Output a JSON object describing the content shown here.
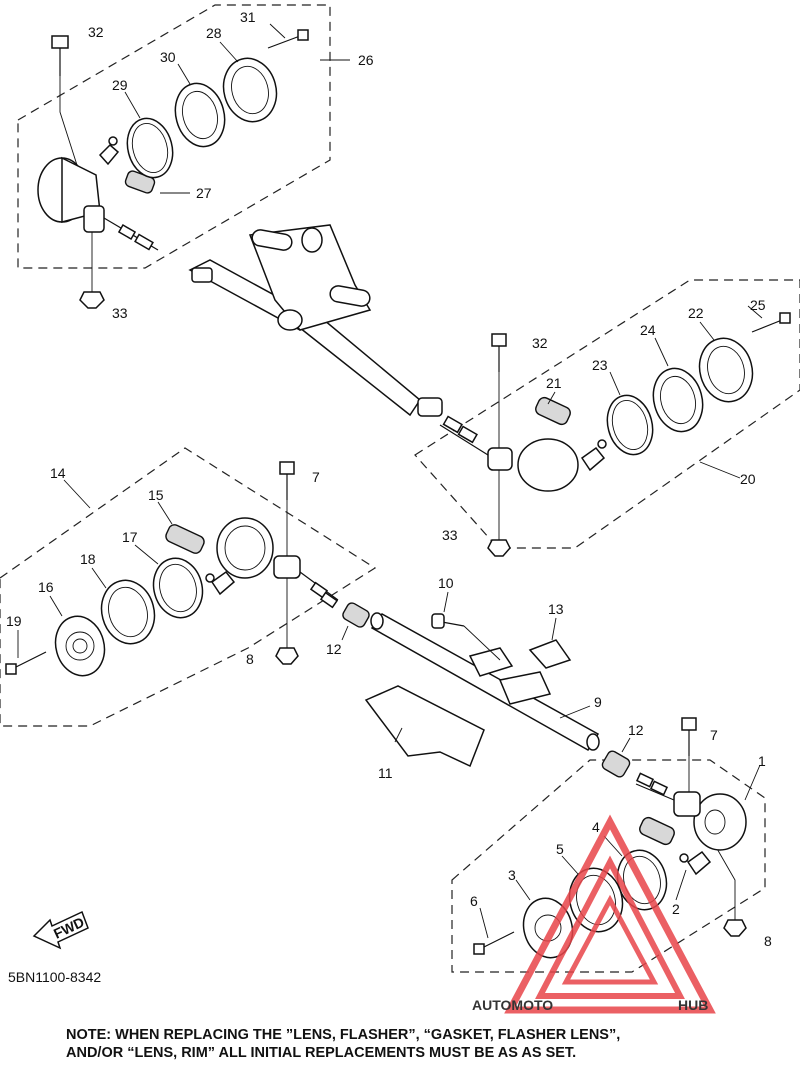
{
  "diagram": {
    "drawing_code": "5BN1100-8342",
    "fwd_label": "FWD",
    "watermark": {
      "brand_left": "AUTOMOTO",
      "brand_right": "HUB",
      "colors": {
        "auto": "#f4a98c",
        "hub": "#9a9a9a",
        "triangle": "#e8454a"
      }
    },
    "callouts": [
      "1",
      "2",
      "3",
      "4",
      "5",
      "6",
      "7",
      "8",
      "9",
      "10",
      "11",
      "12",
      "13",
      "14",
      "15",
      "16",
      "17",
      "18",
      "19",
      "20",
      "21",
      "22",
      "23",
      "24",
      "25",
      "26",
      "27",
      "28",
      "29",
      "30",
      "31",
      "32",
      "33"
    ],
    "duplicate_callouts": {
      "7b": "7",
      "8b": "8",
      "12b": "12",
      "32b": "32",
      "33b": "33"
    }
  },
  "note": {
    "line1": "NOTE: WHEN REPLACING THE  ”LENS, FLASHER”, “GASKET, FLASHER LENS”,",
    "line2": "AND/OR “LENS, RIM” ALL INITIAL REPLACEMENTS MUST BE AS AS SET."
  }
}
